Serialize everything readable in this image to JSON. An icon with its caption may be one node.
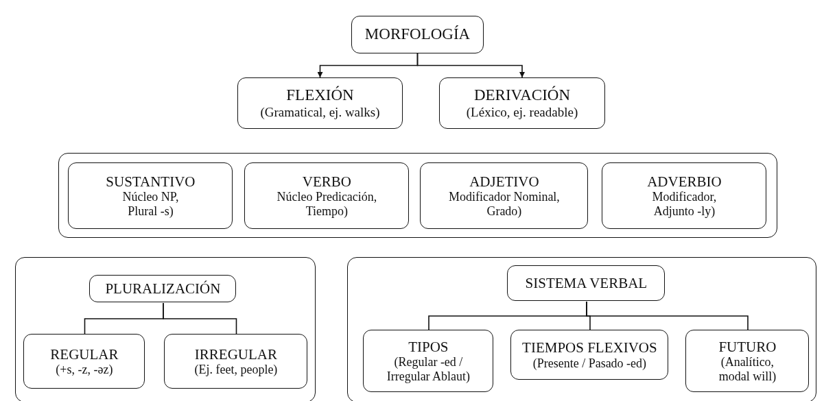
{
  "diagram": {
    "nodes": [
      {
        "text": [
          "MORFOLOGÍA"
        ]
      },
      {
        "text": [
          "FLEXIÓN",
          "(Gramatical, ej. walks)"
        ]
      },
      {
        "text": [
          "DERIVACIÓN",
          "(Léxico, ej. readable)"
        ]
      },
      {
        "text": [],
        "shape": "box"
      },
      {
        "text": [
          "SUSTANTIVO",
          "Núcleo NP, Plural -s)"
        ],
        "in": 3
      },
      {
        "text": [
          "VERBO",
          "Núcleo Predicación, Tiempo)"
        ],
        "in": 3
      },
      {
        "text": [
          "ADJETIVO",
          "Modificador Nominal, Grado)"
        ],
        "in": 3
      },
      {
        "text": [
          "ADVERBIO",
          "Modificador, Adjunto -ly)"
        ],
        "in": 3
      },
      {
        "text": [],
        "shape": "box"
      },
      {
        "text": [
          "PLURALIZACIÓN"
        ],
        "in": 8
      },
      {
        "text": [
          "REGULAR",
          "(+s, -z, -əz)"
        ],
        "in": 8
      },
      {
        "text": [
          "IRREGULAR",
          "(Ej. feet, people)"
        ],
        "in": 8
      },
      {
        "text": [],
        "shape": "box"
      },
      {
        "text": [
          "SISTEMA VERBAL"
        ],
        "in": 12
      },
      {
        "text": [
          "TIPOS",
          "(Regular -ed / Irregular Ablaut)"
        ],
        "in": 12
      },
      {
        "text": [
          "TIEMPOS FLEXIVOS",
          "(Presente / Pasado -ed)"
        ],
        "in": 12
      },
      {
        "text": [
          "FUTURO",
          "(Analítico, modal will)"
        ],
        "in": 12
      }
    ],
    "edges": [
      {
        "from": 0,
        "to": 1,
        "arrow": "to"
      },
      {
        "from": 0,
        "to": 2,
        "arrow": "to"
      },
      {
        "from": 9,
        "to": 10,
        "arrow": "none"
      },
      {
        "from": 9,
        "to": 11,
        "arrow": "none"
      },
      {
        "from": 13,
        "to": 14,
        "arrow": "none"
      },
      {
        "from": 13,
        "to": 15,
        "arrow": "none"
      },
      {
        "from": 13,
        "to": 16,
        "arrow": "none"
      }
    ]
  }
}
